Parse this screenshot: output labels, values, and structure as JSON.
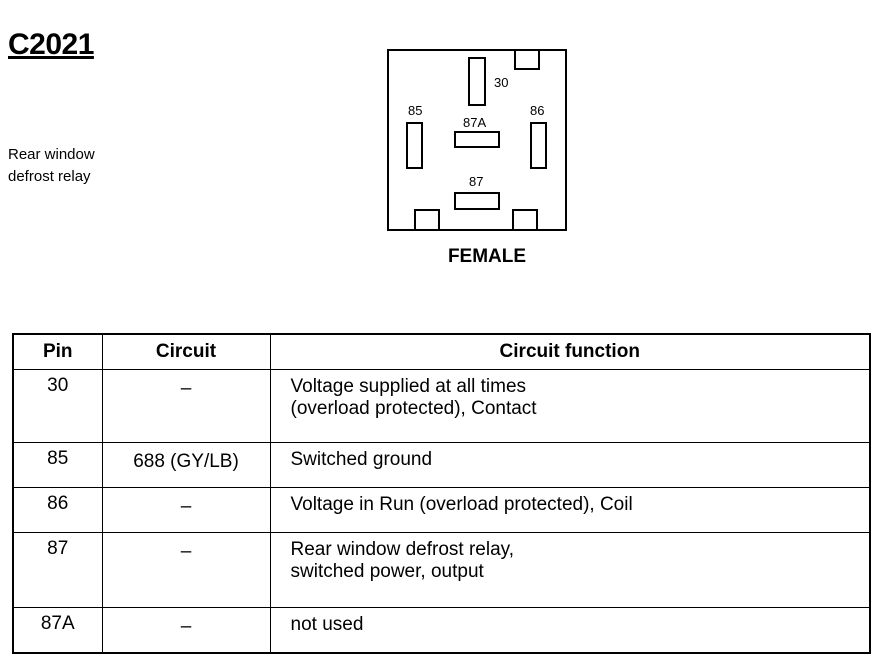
{
  "connector": {
    "id": "C2021",
    "description_lines": [
      "Rear window",
      "defrost relay"
    ],
    "gender_label": "FEMALE",
    "terminal_labels": {
      "t30": "30",
      "t85": "85",
      "t86": "86",
      "t87A": "87A",
      "t87": "87"
    }
  },
  "table": {
    "headers": {
      "pin": "Pin",
      "circuit": "Circuit",
      "function": "Circuit function"
    },
    "rows": [
      {
        "pin": "30",
        "circuit": "–",
        "function_lines": [
          "Voltage supplied at all times",
          "(overload protected), Contact"
        ]
      },
      {
        "pin": "85",
        "circuit": "688 (GY/LB)",
        "function_lines": [
          "Switched ground"
        ]
      },
      {
        "pin": "86",
        "circuit": "–",
        "function_lines": [
          "Voltage in Run (overload protected), Coil"
        ]
      },
      {
        "pin": "87",
        "circuit": "–",
        "function_lines": [
          "Rear window defrost relay,",
          "switched power, output"
        ]
      },
      {
        "pin": "87A",
        "circuit": "–",
        "function_lines": [
          "not used"
        ]
      }
    ]
  }
}
